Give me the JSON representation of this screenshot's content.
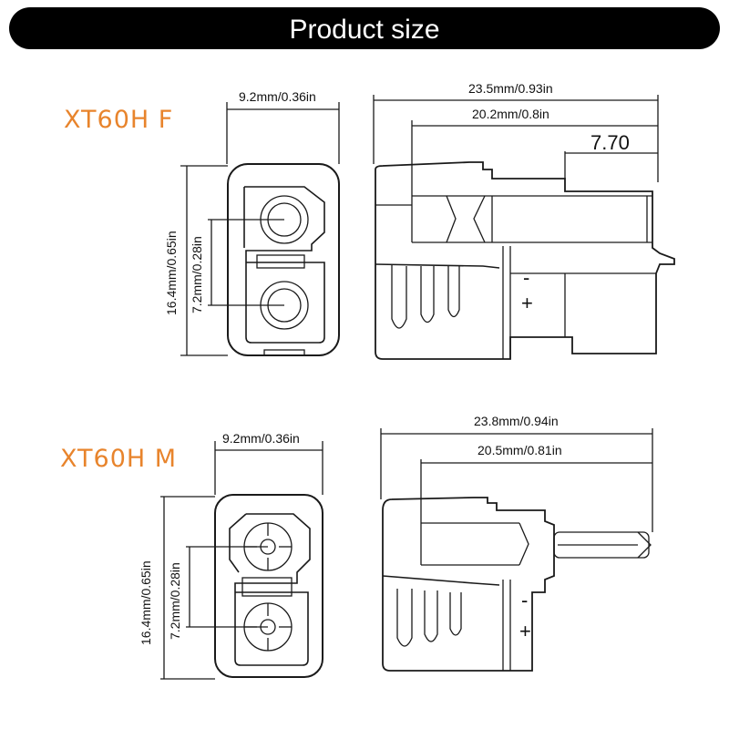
{
  "header": {
    "title": "Product size"
  },
  "colors": {
    "accent": "#e8842c",
    "banner": "#000000",
    "line": "#1a1a1a"
  },
  "top_connector": {
    "model": "XT60H F",
    "width_label": "9.2mm/0.36in",
    "height_label": "16.4mm/0.65in",
    "pin_spacing_label": "7.2mm/0.28in",
    "total_length_label": "23.5mm/0.93in",
    "body_length_label": "20.2mm/0.8in",
    "pin_length_label": "7.70",
    "side_markings": {
      "minus": "-",
      "plus": "+"
    }
  },
  "bottom_connector": {
    "model": "XT60H M",
    "width_label": "9.2mm/0.36in",
    "height_label": "16.4mm/0.65in",
    "pin_spacing_label": "7.2mm/0.28in",
    "total_length_label": "23.8mm/0.94in",
    "body_length_label": "20.5mm/0.81in",
    "side_markings": {
      "minus": "-",
      "plus": "+"
    }
  }
}
